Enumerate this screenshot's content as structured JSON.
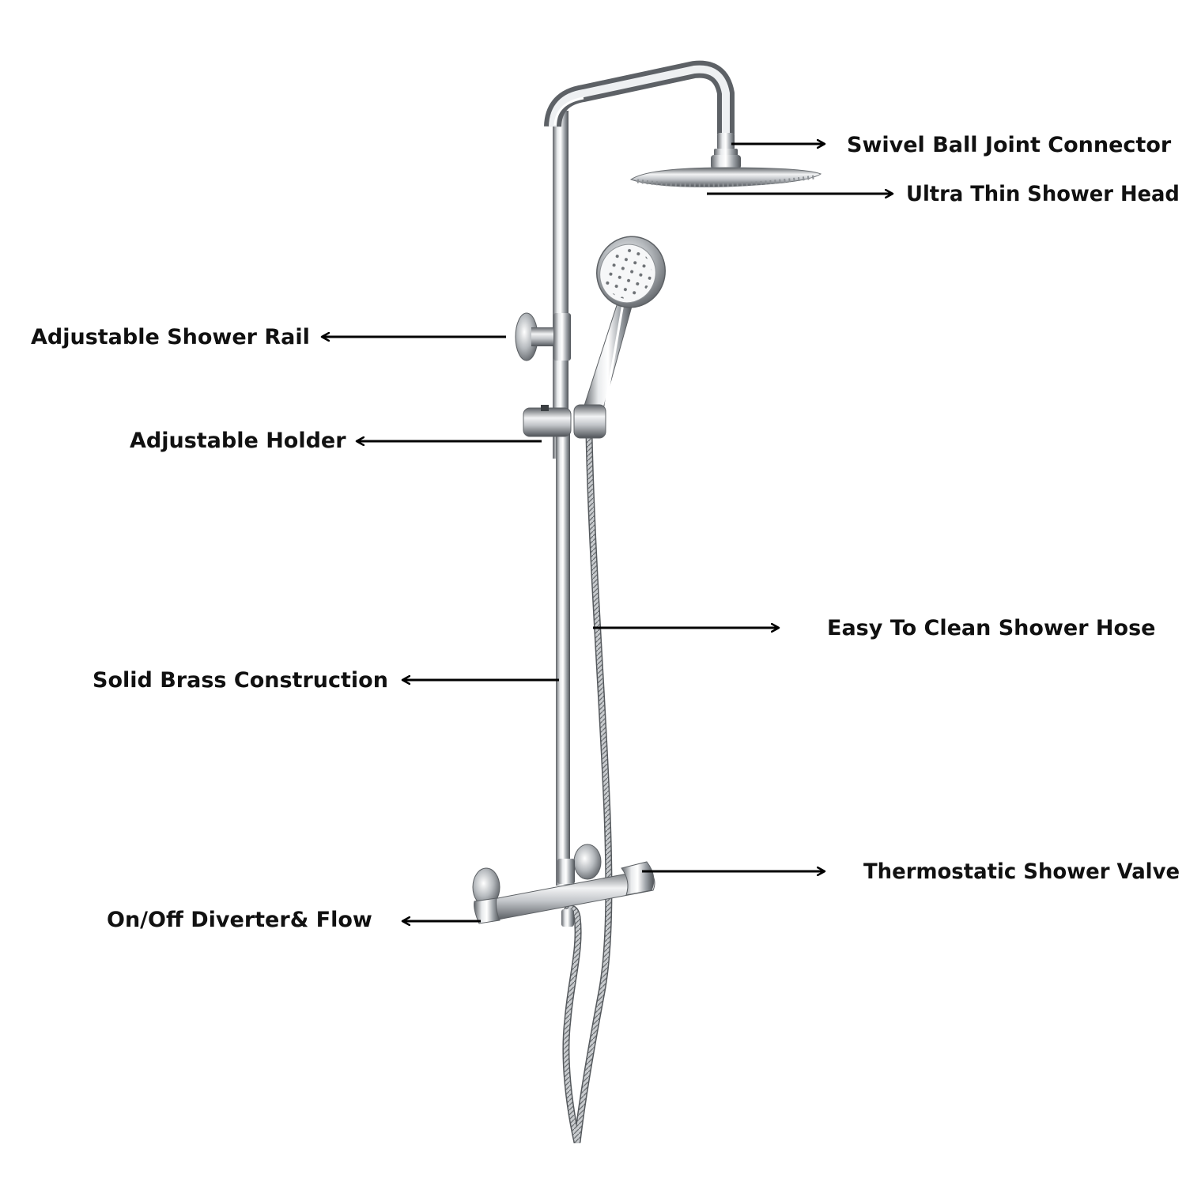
{
  "labels": {
    "swivel": "Swivel Ball Joint Connector",
    "head": "Ultra Thin Shower Head",
    "rail": "Adjustable Shower Rail",
    "holder": "Adjustable Holder",
    "hose": "Easy To Clean Shower Hose",
    "brass": "Solid Brass Construction",
    "valve": "Thermostatic Shower Valve",
    "diverter": "On/Off Diverter& Flow"
  },
  "colors": {
    "text": "#111111",
    "arrow": "#000000",
    "chrome_dark": "#6f7378",
    "chrome_mid": "#b9bdc2",
    "chrome_light": "#f4f5f6"
  }
}
